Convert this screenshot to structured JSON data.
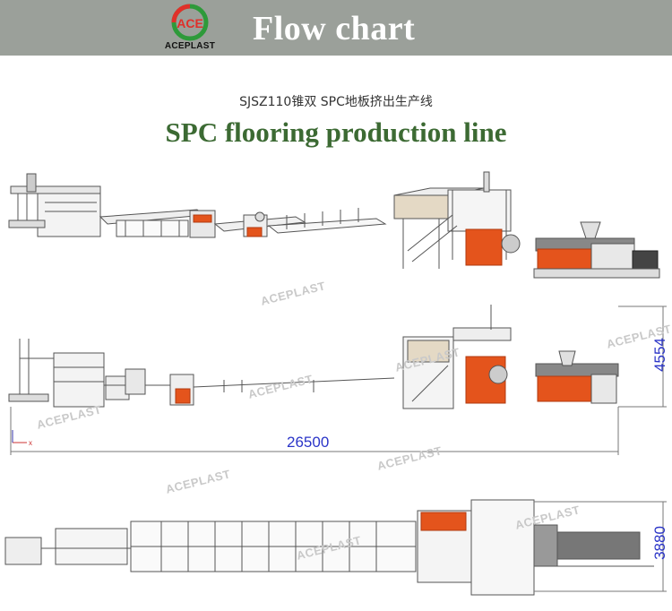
{
  "header": {
    "logo_text": "ACEPLAST",
    "logo_initials": "ACE",
    "title": "Flow chart",
    "bg_color": "#9ba09a"
  },
  "subtitle_cn": "SJSZ110锥双 SPC地板挤出生产线",
  "main_title": "SPC flooring production line",
  "watermark": "ACEPLAST",
  "dimensions": {
    "height": "4554",
    "length": "26500",
    "width": "3880"
  },
  "axis_label": "x",
  "colors": {
    "machine_orange": "#e4541c",
    "machine_gray": "#8a8a8a",
    "title_green": "#3c6a33",
    "dimension_blue": "#2b35c8"
  }
}
